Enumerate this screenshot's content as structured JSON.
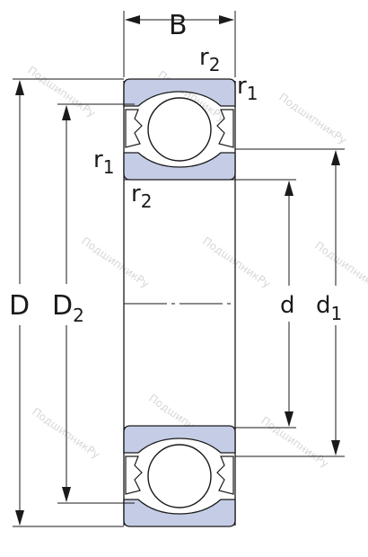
{
  "labels": {
    "B": "B",
    "r2_top": "r",
    "r2_top_sub": "2",
    "r1_top": "r",
    "r1_top_sub": "1",
    "r1_left": "r",
    "r1_left_sub": "1",
    "r2_left": "r",
    "r2_left_sub": "2",
    "D": "D",
    "D2": "D",
    "D2_sub": "2",
    "d": "d",
    "d1": "d",
    "d1_sub": "1"
  },
  "watermark": "ПодшипникРу",
  "colors": {
    "ring_fill": "#c5cde6",
    "line": "#1a1a1a",
    "background": "#ffffff",
    "watermark": "#d8d8d8"
  }
}
